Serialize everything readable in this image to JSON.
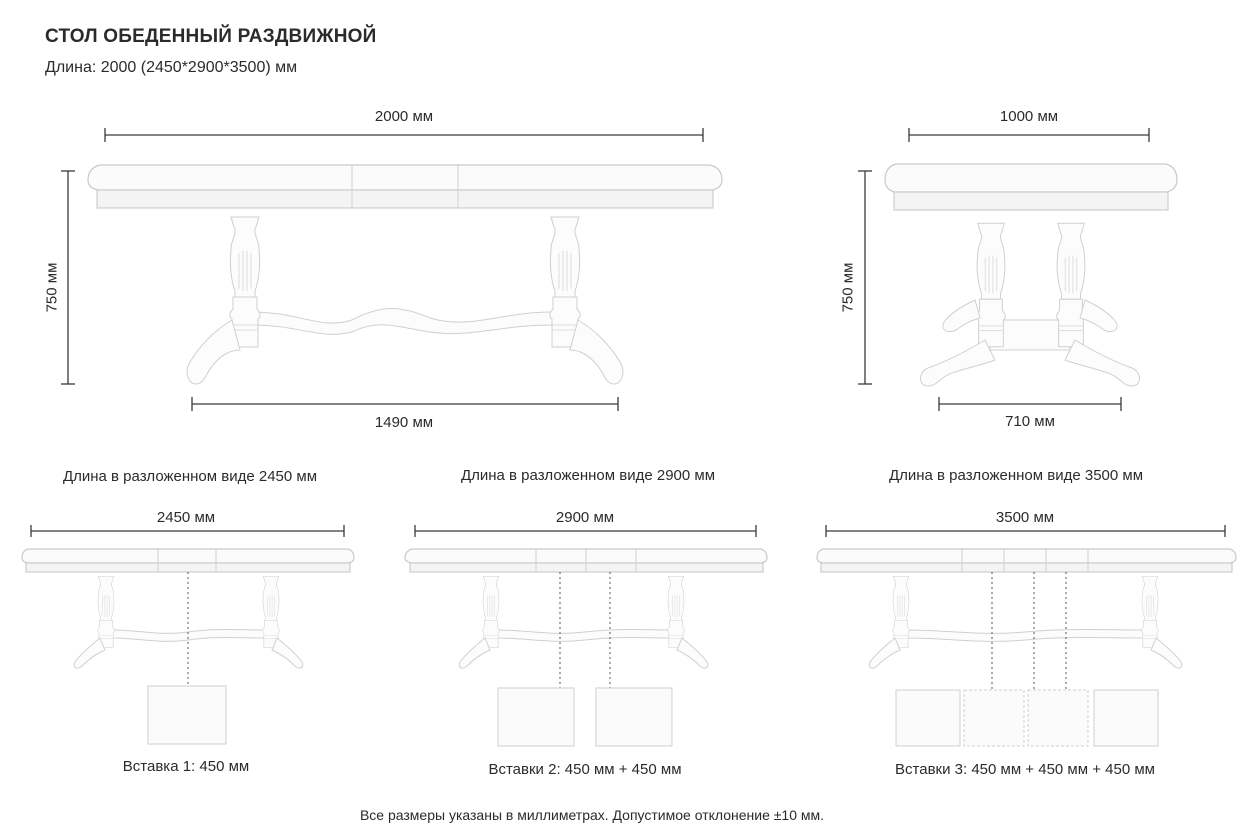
{
  "header": {
    "title": "СТОЛ ОБЕДЕННЫЙ РАЗДВИЖНОЙ",
    "subtitle": "Длина: 2000 (2450*2900*3500) мм"
  },
  "front": {
    "width": "2000 мм",
    "height": "750 мм",
    "base": "1490 мм"
  },
  "side": {
    "width": "1000 мм",
    "height": "750 мм",
    "base": "710 мм"
  },
  "ext1": {
    "heading": "Длина в разложенном виде 2450 мм",
    "width": "2450 мм",
    "caption": "Вставка 1: 450 мм"
  },
  "ext2": {
    "heading": "Длина в разложенном виде 2900 мм",
    "width": "2900 мм",
    "caption": "Вставки 2: 450 мм + 450 мм"
  },
  "ext3": {
    "heading": "Длина в разложенном виде 3500 мм",
    "width": "3500 мм",
    "caption": "Вставки 3: 450 мм + 450 мм + 450 мм"
  },
  "note": "Все размеры указаны в миллиметрах. Допустимое отклонение ±10 мм."
}
